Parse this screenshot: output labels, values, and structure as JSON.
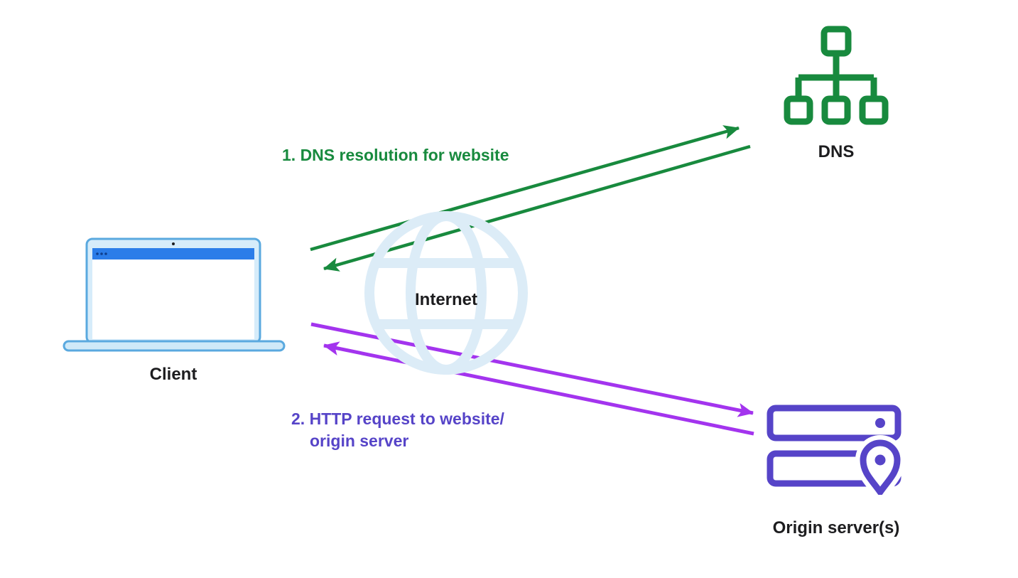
{
  "nodes": {
    "client": {
      "label": "Client",
      "icon": "laptop-icon"
    },
    "internet": {
      "label": "Internet",
      "icon": "globe-icon"
    },
    "dns": {
      "label": "DNS",
      "icon": "dns-tree-icon"
    },
    "origin": {
      "label": "Origin server(s)",
      "icon": "server-stack-icon"
    }
  },
  "flows": {
    "step1": {
      "label": "1. DNS resolution for website",
      "from": "Client",
      "to": "DNS",
      "bidirectional": true,
      "color": "#188a3e"
    },
    "step2": {
      "line1": "2. HTTP request to website/",
      "line2": "origin server",
      "from": "Client",
      "to": "Origin server(s)",
      "bidirectional": true,
      "color": "#a334ee"
    }
  },
  "colors": {
    "green": "#188a3e",
    "purple_arrow": "#a334ee",
    "purple_icon": "#5644c8",
    "laptop_titlebar_blue": "#2b7de9",
    "laptop_light_blue": "#d6ecfa",
    "laptop_stroke_blue": "#5aa9df",
    "globe_light_blue": "#dcecf7",
    "label_text": "#1d1d1f",
    "background": "#ffffff"
  }
}
